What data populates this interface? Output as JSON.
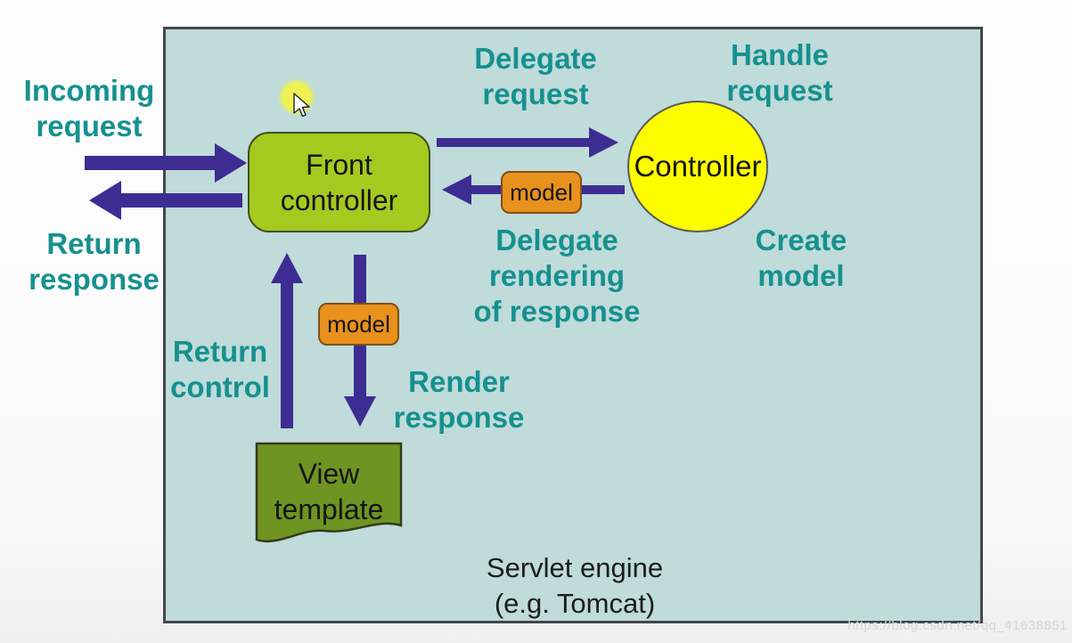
{
  "engine": {
    "label": "Servlet engine\n(e.g. Tomcat)"
  },
  "nodes": {
    "front_controller": "Front\ncontroller",
    "controller": "Controller",
    "model_top": "model",
    "model_bottom": "model",
    "view_template": "View\ntemplate"
  },
  "flow_labels": {
    "incoming_request": "Incoming\nrequest",
    "return_response": "Return\nresponse",
    "delegate_request": "Delegate\nrequest",
    "handle_request": "Handle\nrequest",
    "delegate_rendering": "Delegate\nrendering\nof response",
    "create_model": "Create\nmodel",
    "return_control": "Return\ncontrol",
    "render_response": "Render\nresponse"
  },
  "arrows": [
    {
      "name": "incoming-request-arrow",
      "from": "client",
      "to": "front-controller",
      "direction": "right"
    },
    {
      "name": "return-response-arrow",
      "from": "front-controller",
      "to": "client",
      "direction": "left"
    },
    {
      "name": "delegate-request-arrow",
      "from": "front-controller",
      "to": "controller",
      "direction": "right"
    },
    {
      "name": "model-return-arrow",
      "from": "controller",
      "to": "front-controller",
      "direction": "left"
    },
    {
      "name": "return-control-arrow",
      "from": "view-template",
      "to": "front-controller",
      "direction": "up"
    },
    {
      "name": "render-response-arrow",
      "from": "front-controller",
      "to": "view-template",
      "direction": "down"
    }
  ],
  "watermark": "https://blog.csdn.net/qq_41638851",
  "colors": {
    "engine_box_fill": "#bfdbda",
    "engine_box_border": "#43474e",
    "arrow": "#3d2d92",
    "teal_label": "#16918f",
    "front_controller_fill": "#a4ca20",
    "controller_fill": "#fdfd00",
    "model_fill": "#e8911d",
    "view_template_fill": "#6f9422",
    "cursor_highlight": "#f2f24a"
  }
}
